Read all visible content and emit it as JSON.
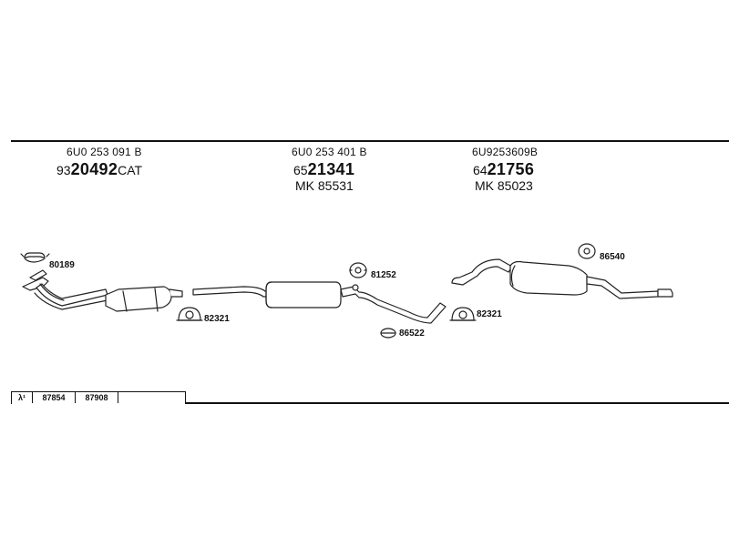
{
  "groups": [
    {
      "code": "6U0 253 091 B",
      "num_prefix": "93",
      "num_main": "20492",
      "num_suffix": "CAT",
      "mk": ""
    },
    {
      "code": "6U0 253 401 B",
      "num_prefix": "65",
      "num_main": "21341",
      "num_suffix": "",
      "mk": "MK 85531"
    },
    {
      "code": "6U9253609B",
      "num_prefix": "64",
      "num_main": "21756",
      "num_suffix": "",
      "mk": "MK 85023"
    }
  ],
  "labels": {
    "clamp_front": "80189",
    "gasket_left": "82321",
    "hanger_mid": "81252",
    "clamp_mid": "86522",
    "gasket_right": "82321",
    "hanger_rear": "86540"
  },
  "table": {
    "symbol": "λ¹",
    "cells": [
      "87854",
      "87908",
      ""
    ]
  }
}
